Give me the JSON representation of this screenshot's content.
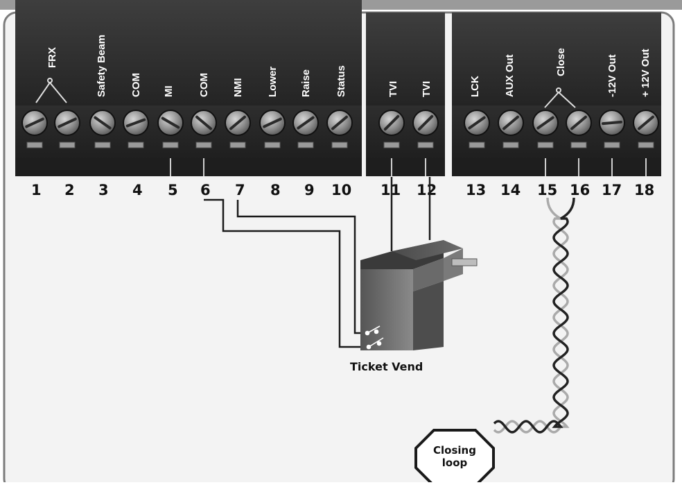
{
  "blocks": {
    "main": {
      "labels": [
        "Safety Beam",
        "COM",
        "MI",
        "COM",
        "NMI",
        "Lower",
        "Raise",
        "Status"
      ],
      "group_label": "FRX",
      "numbers": [
        "1",
        "2",
        "3",
        "4",
        "5",
        "6",
        "7",
        "8",
        "9",
        "10"
      ]
    },
    "tvi": {
      "labels": [
        "TVI",
        "TVI"
      ],
      "numbers": [
        "11",
        "12"
      ]
    },
    "right": {
      "labels": [
        "LCK",
        "AUX Out",
        "-12V Out",
        "+ 12V Out"
      ],
      "group_label": "Close",
      "numbers": [
        "13",
        "14",
        "15",
        "16",
        "17",
        "18"
      ]
    }
  },
  "ticket_vend": {
    "label": "Ticket Vend"
  },
  "closing_loop": {
    "line1": "Closing",
    "line2": "loop"
  },
  "colors": {
    "terminal_block": "#2b2b2b",
    "screw": "#8a8a8a",
    "wire_dark": "#222222",
    "wire_light": "#aaaaaa",
    "frame_bg": "#f2f2f2"
  }
}
